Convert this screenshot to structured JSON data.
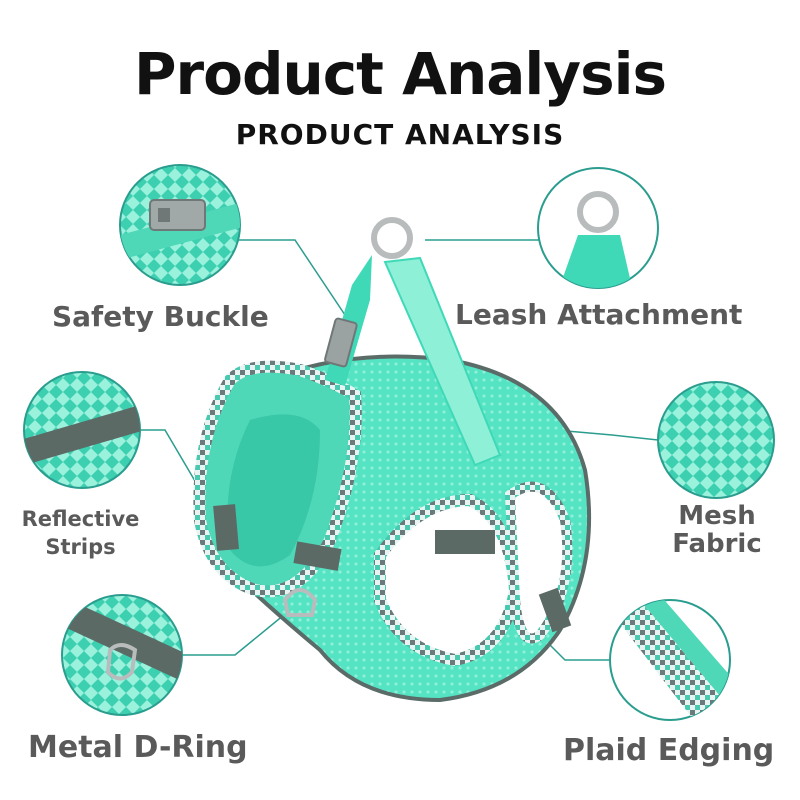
{
  "title": "Product Analysis",
  "subtitle": "PRODUCT ANALYSIS",
  "features": {
    "safety_buckle": "Safety Buckle",
    "leash_attachment": "Leash Attachment",
    "reflective_line1": "Reflective",
    "reflective_line2": "Strips",
    "mesh_line1": "Mesh",
    "mesh_line2": "Fabric",
    "metal_d_ring": "Metal D-Ring",
    "plaid_edging": "Plaid Edging"
  },
  "colors": {
    "mint": "#3fd9b8",
    "mint_light": "#8ff0d8",
    "callout_line": "#2a9d8f",
    "reflective_gray": "#5c6a66",
    "label_gray": "#5a5a5a",
    "metal": "#b8bcbc"
  }
}
